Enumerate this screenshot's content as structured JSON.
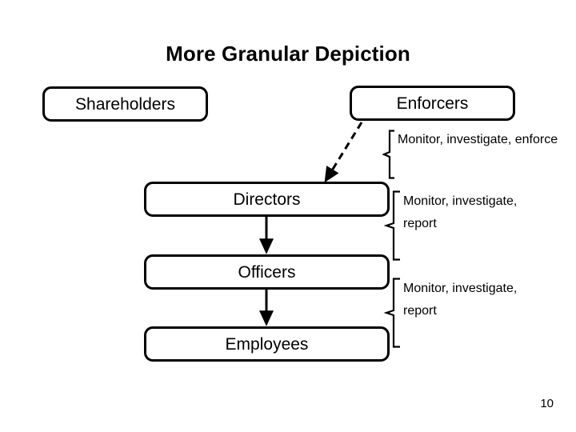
{
  "slide": {
    "title": "More Granular Depiction",
    "page_number": "10",
    "background_color": "#ffffff",
    "line_color": "#000000"
  },
  "nodes": [
    {
      "id": "shareholders",
      "label": "Shareholders"
    },
    {
      "id": "enforcers",
      "label": "Enforcers"
    },
    {
      "id": "directors",
      "label": "Directors"
    },
    {
      "id": "officers",
      "label": "Officers"
    },
    {
      "id": "employees",
      "label": "Employees"
    }
  ],
  "annotations": [
    {
      "id": "annotation-1",
      "text": "Monitor, investigate, enforce"
    },
    {
      "id": "annotation-2",
      "text": "Monitor, investigate, report"
    },
    {
      "id": "annotation-3",
      "text": "Monitor, investigate, report"
    }
  ],
  "connectors": [
    {
      "id": "enforcers-to-directors",
      "style": "dashed",
      "arrow": true
    },
    {
      "id": "directors-to-officers",
      "style": "solid",
      "arrow": true
    },
    {
      "id": "officers-to-employees",
      "style": "solid",
      "arrow": true
    }
  ]
}
